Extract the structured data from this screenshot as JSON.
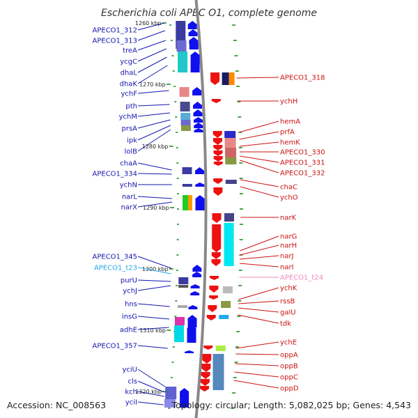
{
  "title": "Escherichia coli APEC O1, complete genome",
  "footer": {
    "accession": "Accession: NC_008563",
    "summary": "Topology: circular; Length: 5,082,025 bp; Genes: 4,543"
  },
  "colors": {
    "left_label": "#1515b0",
    "right_label": "#cc1111",
    "trna_left": "#22aaee",
    "trna_right": "#ee88bb",
    "forward_gene": "#1010ee",
    "reverse_gene": "#ee1111",
    "backbone": "#888888",
    "tick": "#118811"
  },
  "scale_labels": [
    "1260 kbp",
    "1270 kbp",
    "1280 kbp",
    "1290 kbp",
    "1300 kbp",
    "1310 kbp",
    "1320 kbp"
  ],
  "left_labels": [
    "APECO1_312",
    "APECO1_313",
    "treA",
    "ycgC",
    "dhaL",
    "dhaK",
    "ychF",
    "pth",
    "ychM",
    "prsA",
    "ipk",
    "lolB",
    "chaA",
    "APECO1_334",
    "ychN",
    "narL",
    "narX",
    "APECO1_345",
    "APECO1_t23",
    "purU",
    "ychJ",
    "hns",
    "insG",
    "adhE",
    "APECO1_357",
    "yciU",
    "cls",
    "kch",
    "yciI"
  ],
  "right_labels": [
    "APECO1_318",
    "ychH",
    "hemA",
    "prfA",
    "hemK",
    "APECO1_330",
    "APECO1_331",
    "APECO1_332",
    "chaC",
    "ychO",
    "narK",
    "narG",
    "narH",
    "narJ",
    "narI",
    "APECO1_t24",
    "ychK",
    "rssB",
    "galU",
    "tdk",
    "ychE",
    "oppA",
    "oppB",
    "oppC",
    "oppD"
  ]
}
